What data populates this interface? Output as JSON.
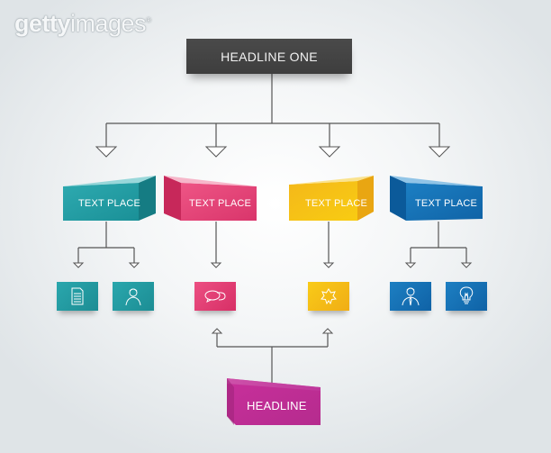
{
  "watermark": {
    "bold": "getty",
    "light": "images",
    "mark": "®"
  },
  "root": {
    "label": "HEADLINE ONE",
    "color": "#454545"
  },
  "branches": [
    {
      "label": "TEXT PLACE",
      "color": "#1f9aa1",
      "children": [
        "document-icon",
        "user-icon"
      ]
    },
    {
      "label": "TEXT PLACE",
      "color": "#e43e74",
      "children": [
        "chat-bubbles-icon"
      ]
    },
    {
      "label": "TEXT PLACE",
      "color": "#f5bd17",
      "children": [
        "star-icon"
      ]
    },
    {
      "label": "TEXT PLACE",
      "color": "#1771b6",
      "children": [
        "businessman-icon",
        "lightbulb-icon"
      ]
    }
  ],
  "bottom": {
    "label": "HEADLINE",
    "color": "#c2339c",
    "points_to": [
      "chat-bubbles-icon",
      "star-icon"
    ]
  }
}
